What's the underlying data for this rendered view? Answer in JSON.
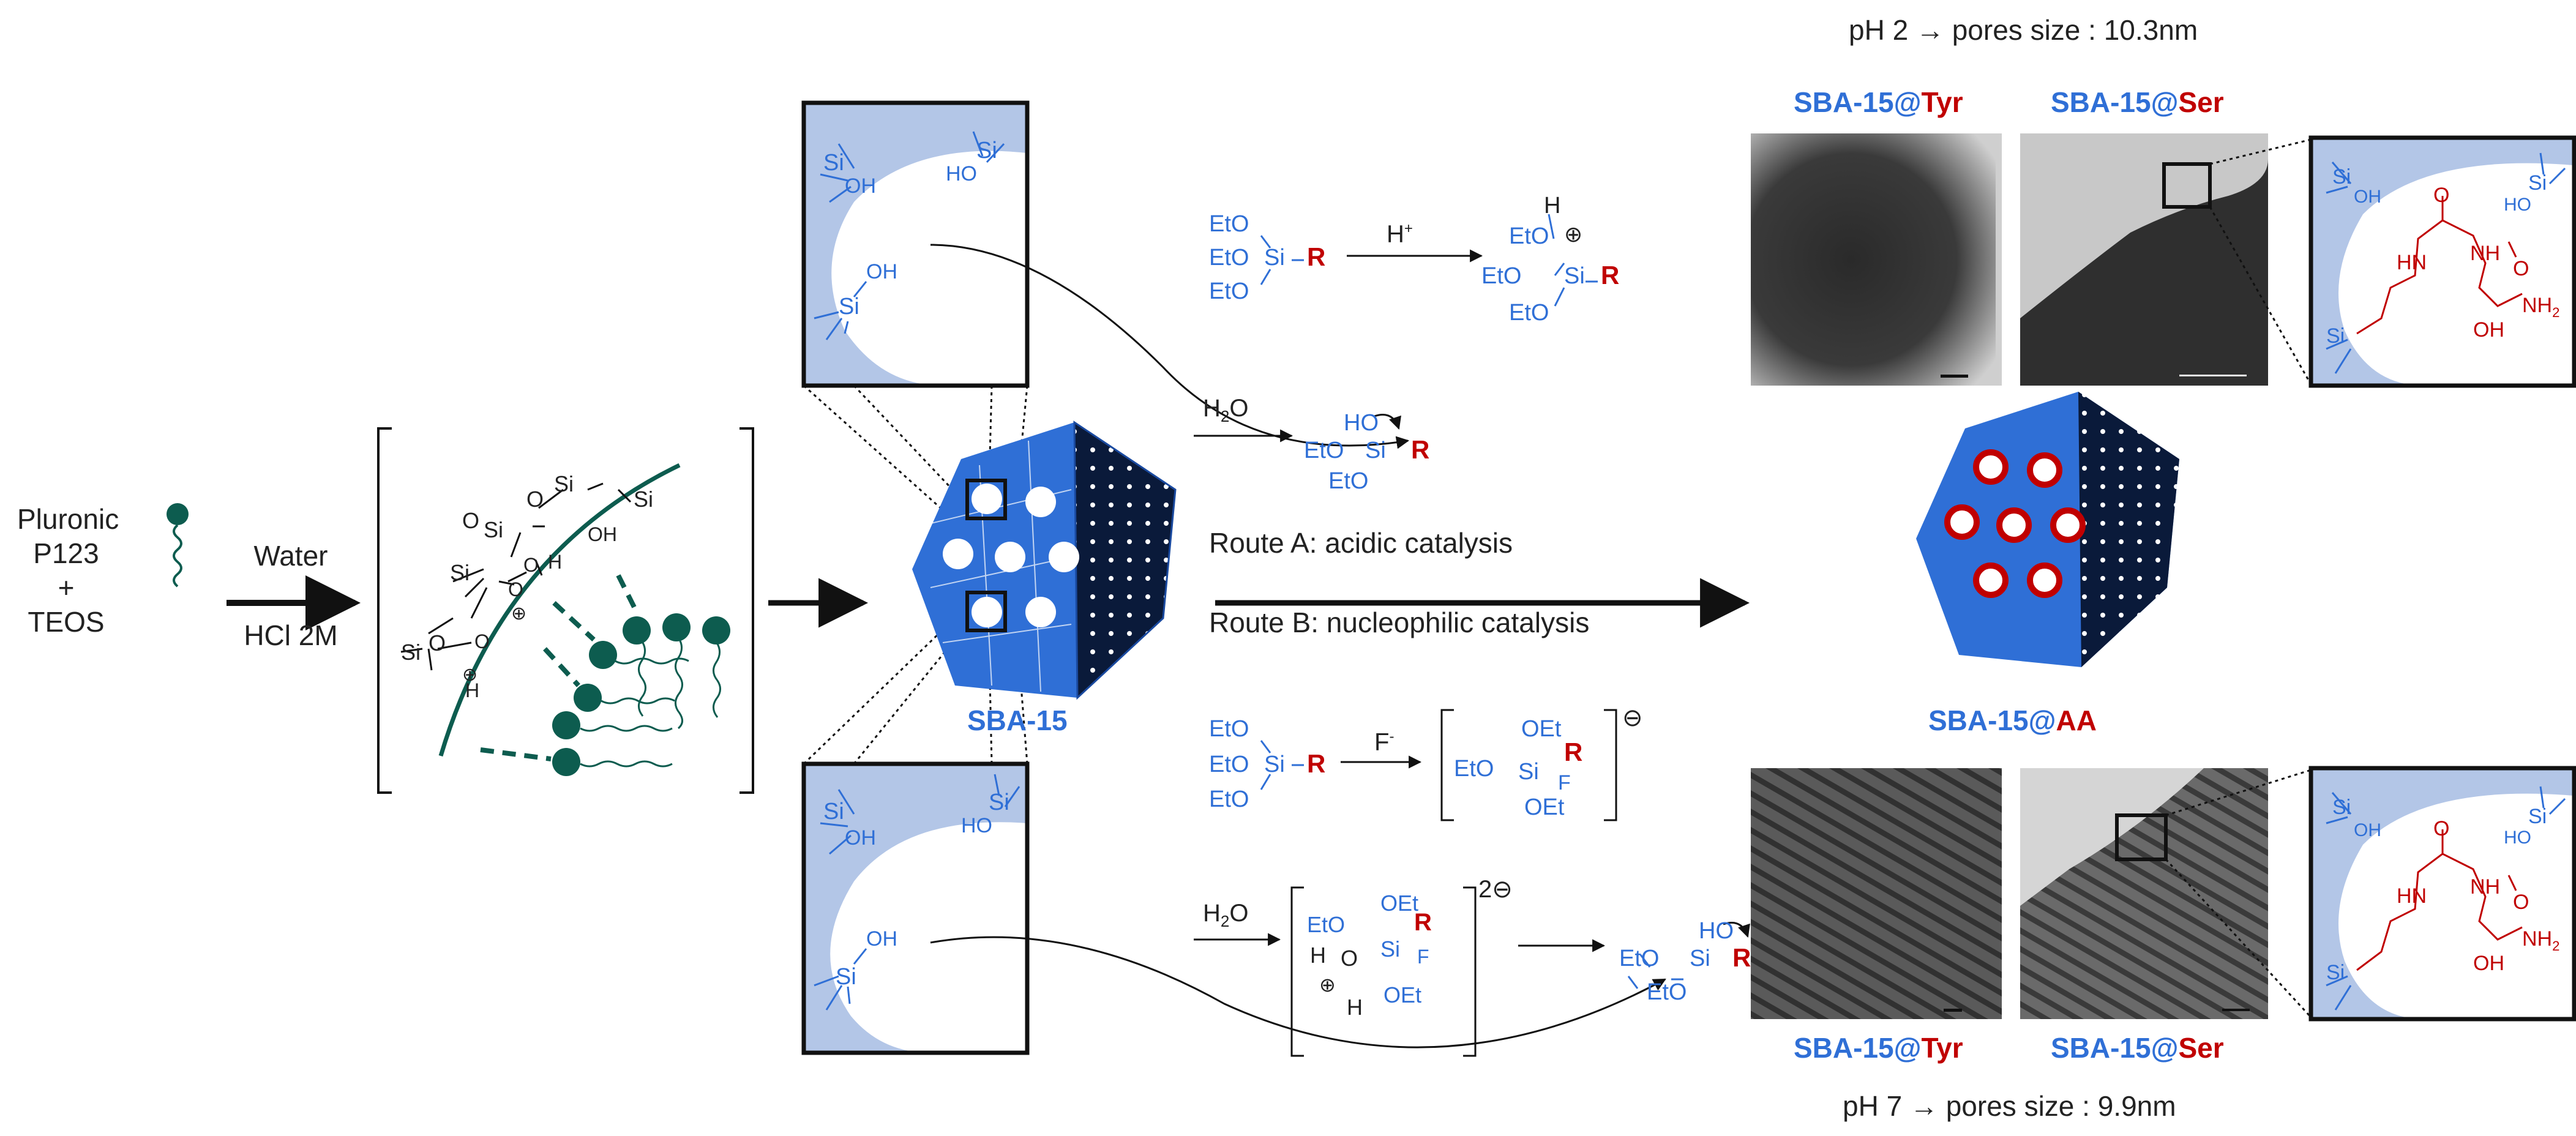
{
  "left": {
    "reagents": [
      "Pluronic",
      "P123",
      "+",
      "TEOS"
    ],
    "arrow_top": "Water",
    "arrow_bottom": "HCl 2M"
  },
  "silica": {
    "si": "Si",
    "o": "O",
    "h": "H",
    "oh": "OH",
    "ho": "HO",
    "plus": "⊕"
  },
  "center": {
    "label": "SBA-15"
  },
  "routes": {
    "a": "Route A: acidic catalysis",
    "b": "Route B: nucleophilic  catalysis"
  },
  "chem": {
    "eto": "EtO",
    "oet": "OEt",
    "si": "Si",
    "r": "R",
    "h_plus": "H",
    "h_plus_sup": "+",
    "h2o_h": "H",
    "h2o_sub": "2",
    "h2o_o": "O",
    "f_minus": "F",
    "f_minus_sup": "-",
    "f": "F",
    "h": "H",
    "ho": "HO",
    "charge_1": "⊖",
    "charge_2": "2⊖",
    "plus": "⊕"
  },
  "right": {
    "top_caption": "pH 2 → pores size : 10.3nm",
    "bottom_caption": "pH 7 → pores size : 9.9nm",
    "product_prefix": "SBA-15@",
    "product_suffix": "AA",
    "sample_prefix": "SBA-15@",
    "tyr": "Tyr",
    "ser": "Ser"
  },
  "inset": {
    "hn": "HN",
    "nh": "NH",
    "o": "O",
    "oh": "OH",
    "nh2": "NH",
    "nh2_sub": "2",
    "si": "Si",
    "ho": "HO"
  },
  "colors": {
    "silica_blue": "#2f6fd6",
    "pore_panel": "#b3c6e7",
    "red": "#c00000",
    "teal": "#0d5c4f",
    "dark": "#111111"
  }
}
